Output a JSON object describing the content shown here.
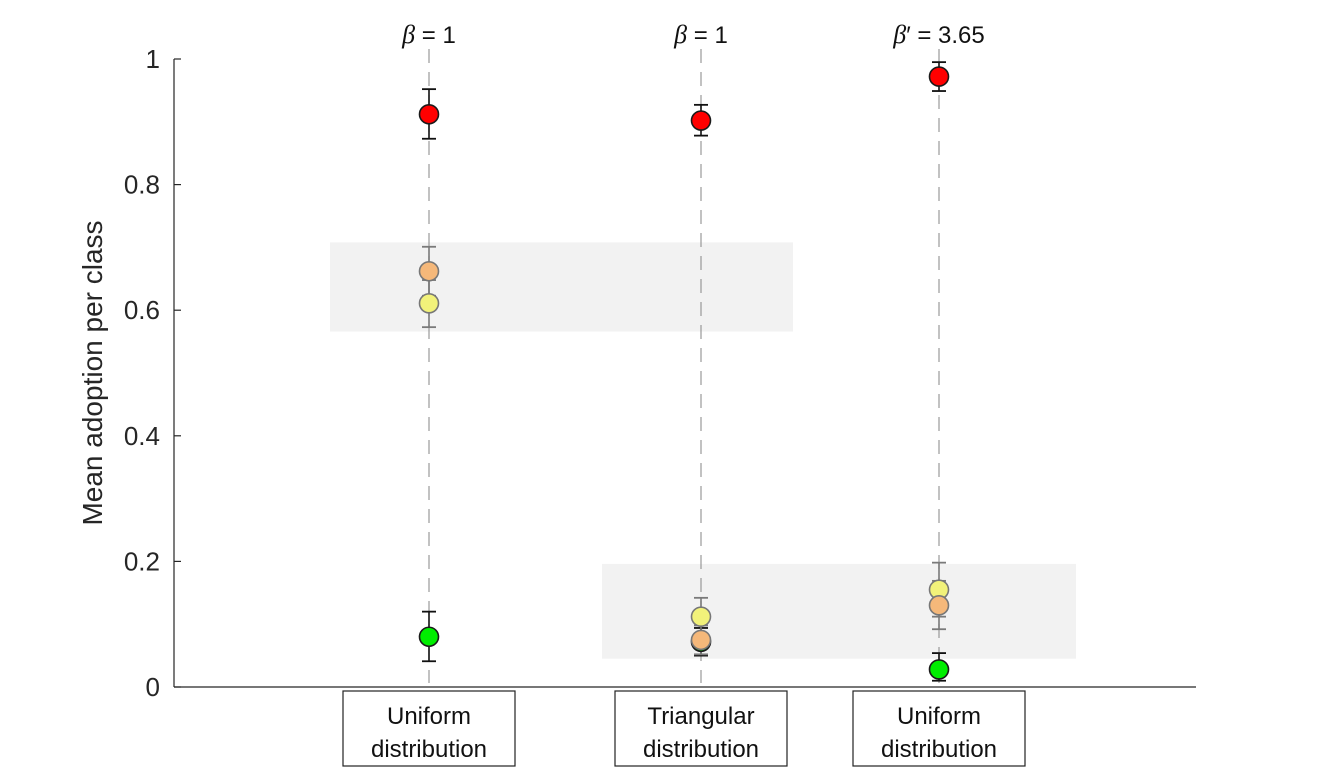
{
  "chart_data": {
    "type": "scatter",
    "ylabel": "Mean adoption per class",
    "ylim": [
      0,
      1
    ],
    "yticks": [
      "0",
      "0.2",
      "0.4",
      "0.6",
      "0.8",
      "1"
    ],
    "ytick_values": [
      0,
      0.2,
      0.4,
      0.6,
      0.8,
      1
    ],
    "grid": false,
    "colors": {
      "red": "#ff0000",
      "orange": "#f5b87a",
      "yellow": "#f2f27a",
      "green": "#00ee00",
      "band": "#f2f2f2",
      "guide": "#999999"
    },
    "columns": [
      {
        "title_symbol": "β",
        "title_rest": " = 1",
        "category_line1": "Uniform",
        "category_line2": "distribution",
        "points": [
          {
            "color": "red",
            "y": 0.912,
            "err_low": 0.873,
            "err_high": 0.952
          },
          {
            "color": "orange",
            "y": 0.662,
            "err_low": 0.623,
            "err_high": 0.701
          },
          {
            "color": "yellow",
            "y": 0.611,
            "err_low": 0.573,
            "err_high": 0.648
          },
          {
            "color": "green",
            "y": 0.08,
            "err_low": 0.041,
            "err_high": 0.12
          }
        ]
      },
      {
        "title_symbol": "β",
        "title_rest": " = 1",
        "category_line1": "Triangular",
        "category_line2": "distribution",
        "points": [
          {
            "color": "red",
            "y": 0.902,
            "err_low": 0.878,
            "err_high": 0.927
          },
          {
            "color": "yellow",
            "y": 0.112,
            "err_low": 0.083,
            "err_high": 0.142
          },
          {
            "color": "green",
            "y": 0.072,
            "err_low": 0.05,
            "err_high": 0.094
          },
          {
            "color": "orange",
            "y": 0.075,
            "err_low": 0.052,
            "err_high": 0.098
          }
        ]
      },
      {
        "title_symbol": "β",
        "title_rest": "′ = 3.65",
        "category_line1": "Uniform",
        "category_line2": "distribution",
        "points": [
          {
            "color": "red",
            "y": 0.972,
            "err_low": 0.949,
            "err_high": 0.995
          },
          {
            "color": "yellow",
            "y": 0.155,
            "err_low": 0.112,
            "err_high": 0.198
          },
          {
            "color": "orange",
            "y": 0.13,
            "err_low": 0.092,
            "err_high": 0.169
          },
          {
            "color": "green",
            "y": 0.028,
            "err_low": 0.01,
            "err_high": 0.054
          }
        ]
      }
    ],
    "bands": [
      {
        "from_column": 0,
        "to_column": 1,
        "y_low": 0.566,
        "y_high": 0.708
      },
      {
        "from_column": 1,
        "to_column": 2,
        "y_low": 0.045,
        "y_high": 0.196
      }
    ]
  }
}
